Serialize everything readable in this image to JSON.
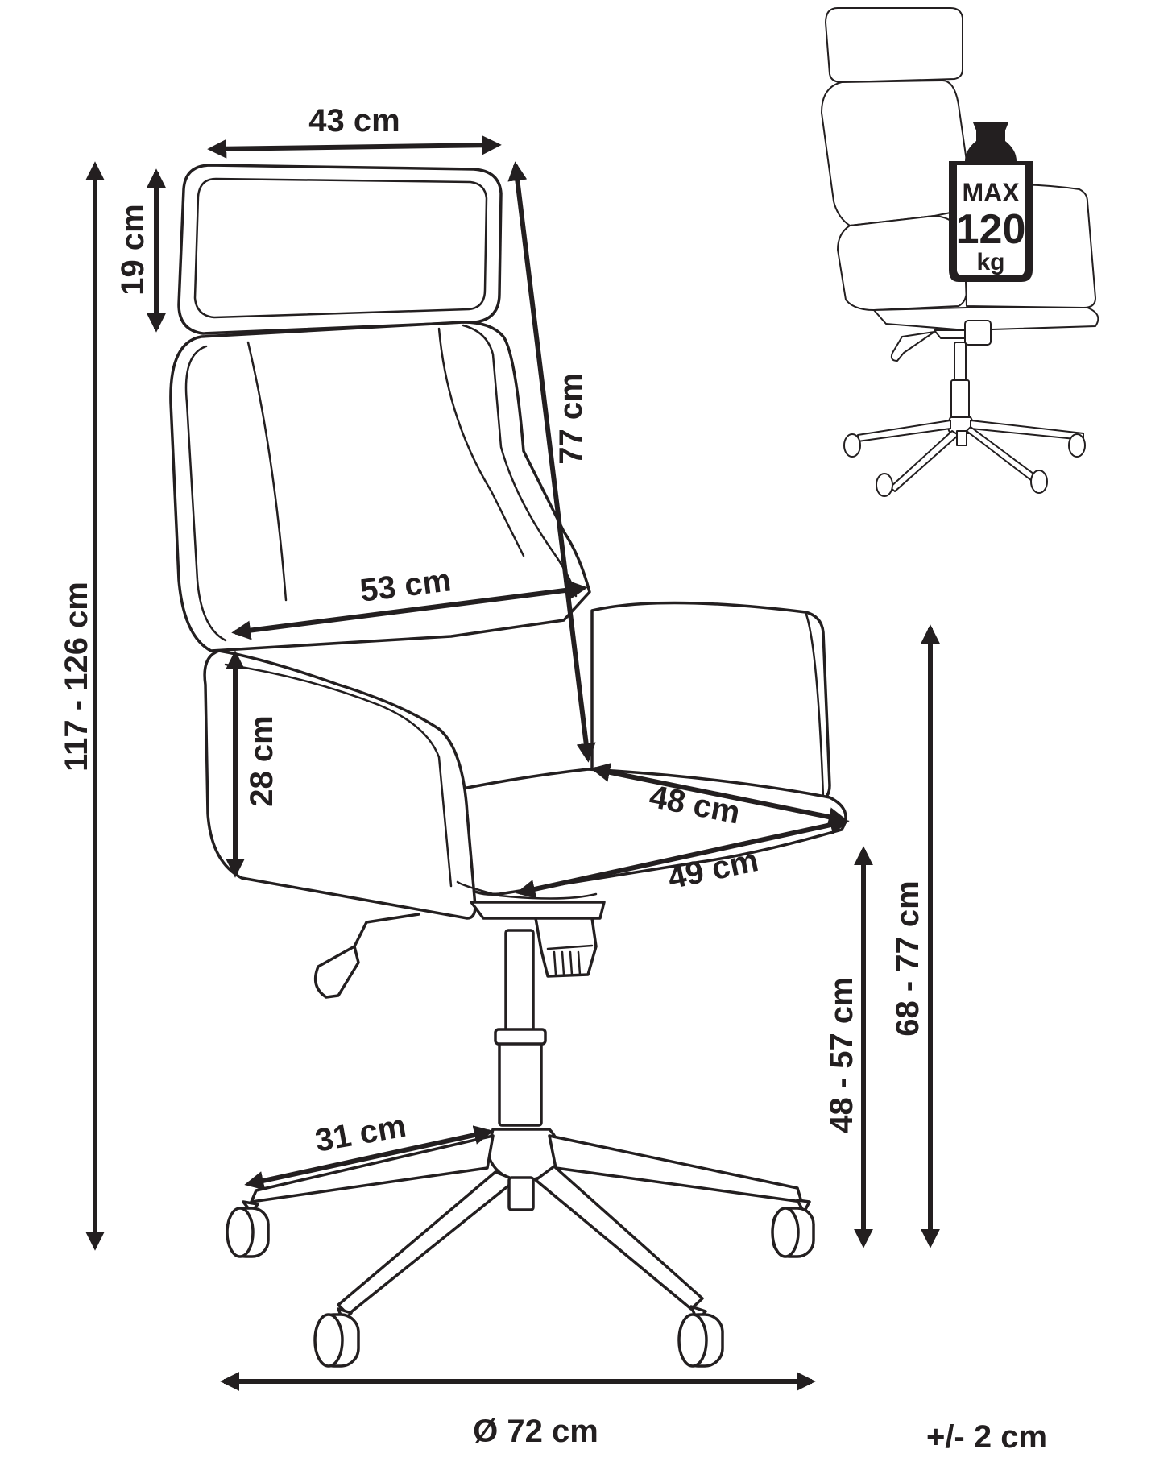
{
  "dimensions": {
    "headrest_width": "43 cm",
    "headrest_height": "19 cm",
    "total_height": "117 - 126 cm",
    "backrest_height": "77 cm",
    "backrest_width": "53 cm",
    "armrest_height": "28 cm",
    "seat_depth": "48 cm",
    "seat_width": "49 cm",
    "seat_height": "48 - 57 cm",
    "armrest_floor_height": "68 - 77 cm",
    "leg_length": "31 cm",
    "base_diameter": "Ø 72 cm",
    "tolerance": "+/- 2 cm"
  },
  "max_load": {
    "label": "MAX",
    "value": "120",
    "unit": "kg"
  },
  "colors": {
    "ink": "#231f20",
    "background": "#ffffff"
  }
}
